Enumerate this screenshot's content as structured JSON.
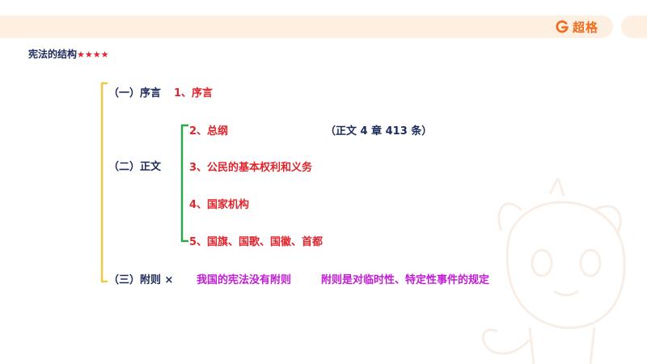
{
  "brand": {
    "name": "超格",
    "icon": "brand-g-icon",
    "accent": "#f26b1d"
  },
  "title": {
    "text": "宪法的结构",
    "stars": "★★★★"
  },
  "sections": {
    "preamble": {
      "label": "（一）序言",
      "item": "1、序言"
    },
    "main_text": {
      "label": "（二）正文",
      "items": [
        "2、总纲",
        "3、公民的基本权利和义务",
        "4、国家机构",
        "5、国旗、国歌、国徽、首都"
      ],
      "note": "（正文 4 章 413 条）"
    },
    "appendix": {
      "label": "（三）附则 ×",
      "note1": "我国的宪法没有附则",
      "note2": "附则是对临时性、特定性事件的规定"
    }
  },
  "colors": {
    "navy": "#1c2b5a",
    "red": "#e0242c",
    "magenta": "#c21bd6",
    "bracket_yellow": "#f2c744",
    "bracket_green": "#2aa84a",
    "bar": "#fdf0e2"
  }
}
